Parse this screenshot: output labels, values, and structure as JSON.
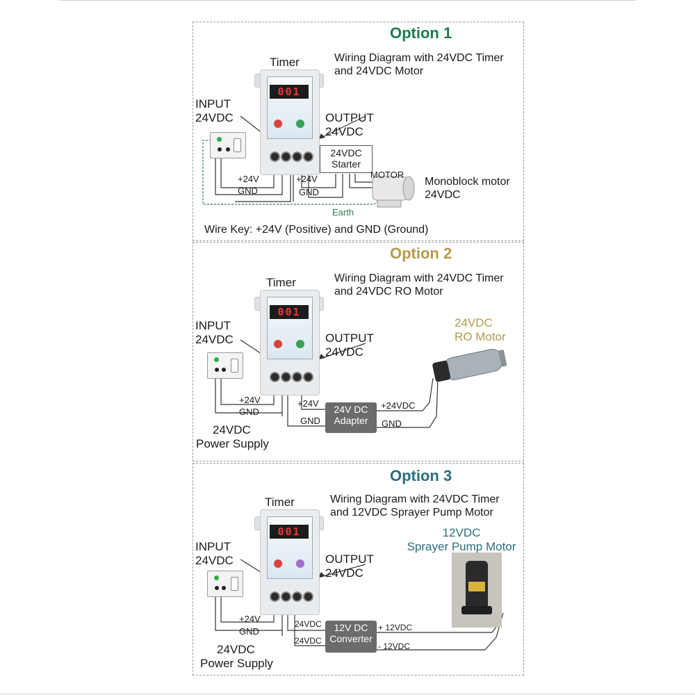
{
  "options": [
    {
      "title": "Option 1",
      "title_color": "#1f7a4d",
      "timer_label": "Timer",
      "timer_display": "001",
      "description": [
        "Wiring Diagram with 24VDC Timer",
        "and 24VDC Motor"
      ],
      "input_label": [
        "INPUT",
        "24VDC"
      ],
      "output_label": [
        "OUTPUT",
        "24VDC"
      ],
      "left_pos": "+24V",
      "left_gnd": "GND",
      "right_pos": "+24V",
      "right_gnd": "GND",
      "starter": [
        "24VDC",
        "Starter"
      ],
      "motor_tag": "MOTOR",
      "motor_name": [
        "Monoblock motor",
        "24VDC"
      ],
      "earth": "Earth",
      "earth_color": "#2e7d4f",
      "wire_key": "Wire Key: +24V (Positive) and GND (Ground)"
    },
    {
      "title": "Option 2",
      "title_color": "#b39a4f",
      "timer_label": "Timer",
      "timer_display": "001",
      "description": [
        "Wiring Diagram with 24VDC Timer",
        "and 24VDC RO Motor"
      ],
      "input_label": [
        "INPUT",
        "24VDC"
      ],
      "output_label": [
        "OUTPUT",
        "24VDC"
      ],
      "left_pos": "+24V",
      "left_gnd": "GND",
      "right_pos": "+24V",
      "right_gnd": "GND",
      "adapter": [
        "24V DC",
        "Adapter"
      ],
      "out_pos": "+24VDC",
      "out_gnd": "GND",
      "motor_name": [
        "24VDC",
        "RO Motor"
      ],
      "power_supply": [
        "24VDC",
        "Power Supply"
      ]
    },
    {
      "title": "Option 3",
      "title_color": "#2a6d7c",
      "timer_label": "Timer",
      "timer_display": "001",
      "description": [
        "Wiring Diagram with 24VDC Timer",
        "and 12VDC Sprayer Pump Motor"
      ],
      "input_label": [
        "INPUT",
        "24VDC"
      ],
      "output_label": [
        "OUTPUT",
        "24VDC"
      ],
      "left_pos": "+24V",
      "left_gnd": "GND",
      "right_pos": "24VDC",
      "right_gnd": "24VDC",
      "converter": [
        "12V DC",
        "Converter"
      ],
      "out_pos": "+ 12VDC",
      "out_gnd": "- 12VDC",
      "motor_name": [
        "12VDC",
        "Sprayer Pump Motor"
      ],
      "motor_color": "#2a6d7c",
      "power_supply": [
        "24VDC",
        "Power Supply"
      ]
    }
  ]
}
